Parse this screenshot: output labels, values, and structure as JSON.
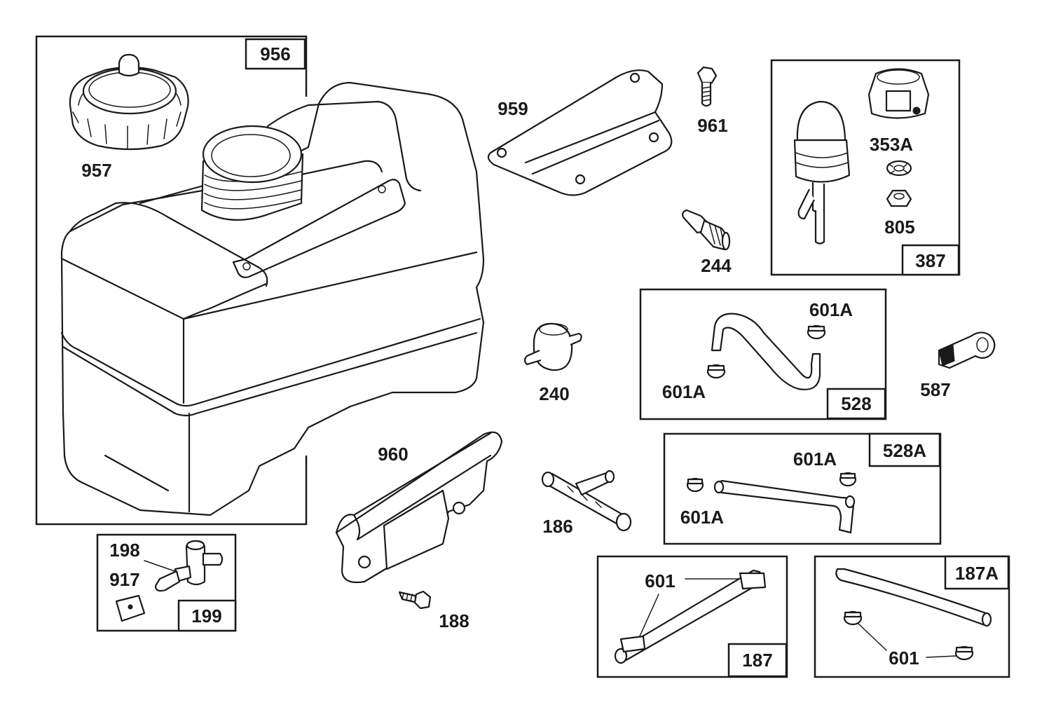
{
  "labels": {
    "p956": "956",
    "p957": "957",
    "p959": "959",
    "p961": "961",
    "p353a": "353A",
    "p805": "805",
    "p387": "387",
    "p244": "244",
    "p240": "240",
    "p528": "528",
    "p601a_528_top": "601A",
    "p601a_528_bottom": "601A",
    "p587": "587",
    "p960": "960",
    "p186": "186",
    "p528a": "528A",
    "p601a_528a_right": "601A",
    "p601a_528a_left": "601A",
    "p198": "198",
    "p917": "917",
    "p199": "199",
    "p188": "188",
    "p601_187": "601",
    "p187": "187",
    "p187a": "187A",
    "p601_187a": "601"
  }
}
